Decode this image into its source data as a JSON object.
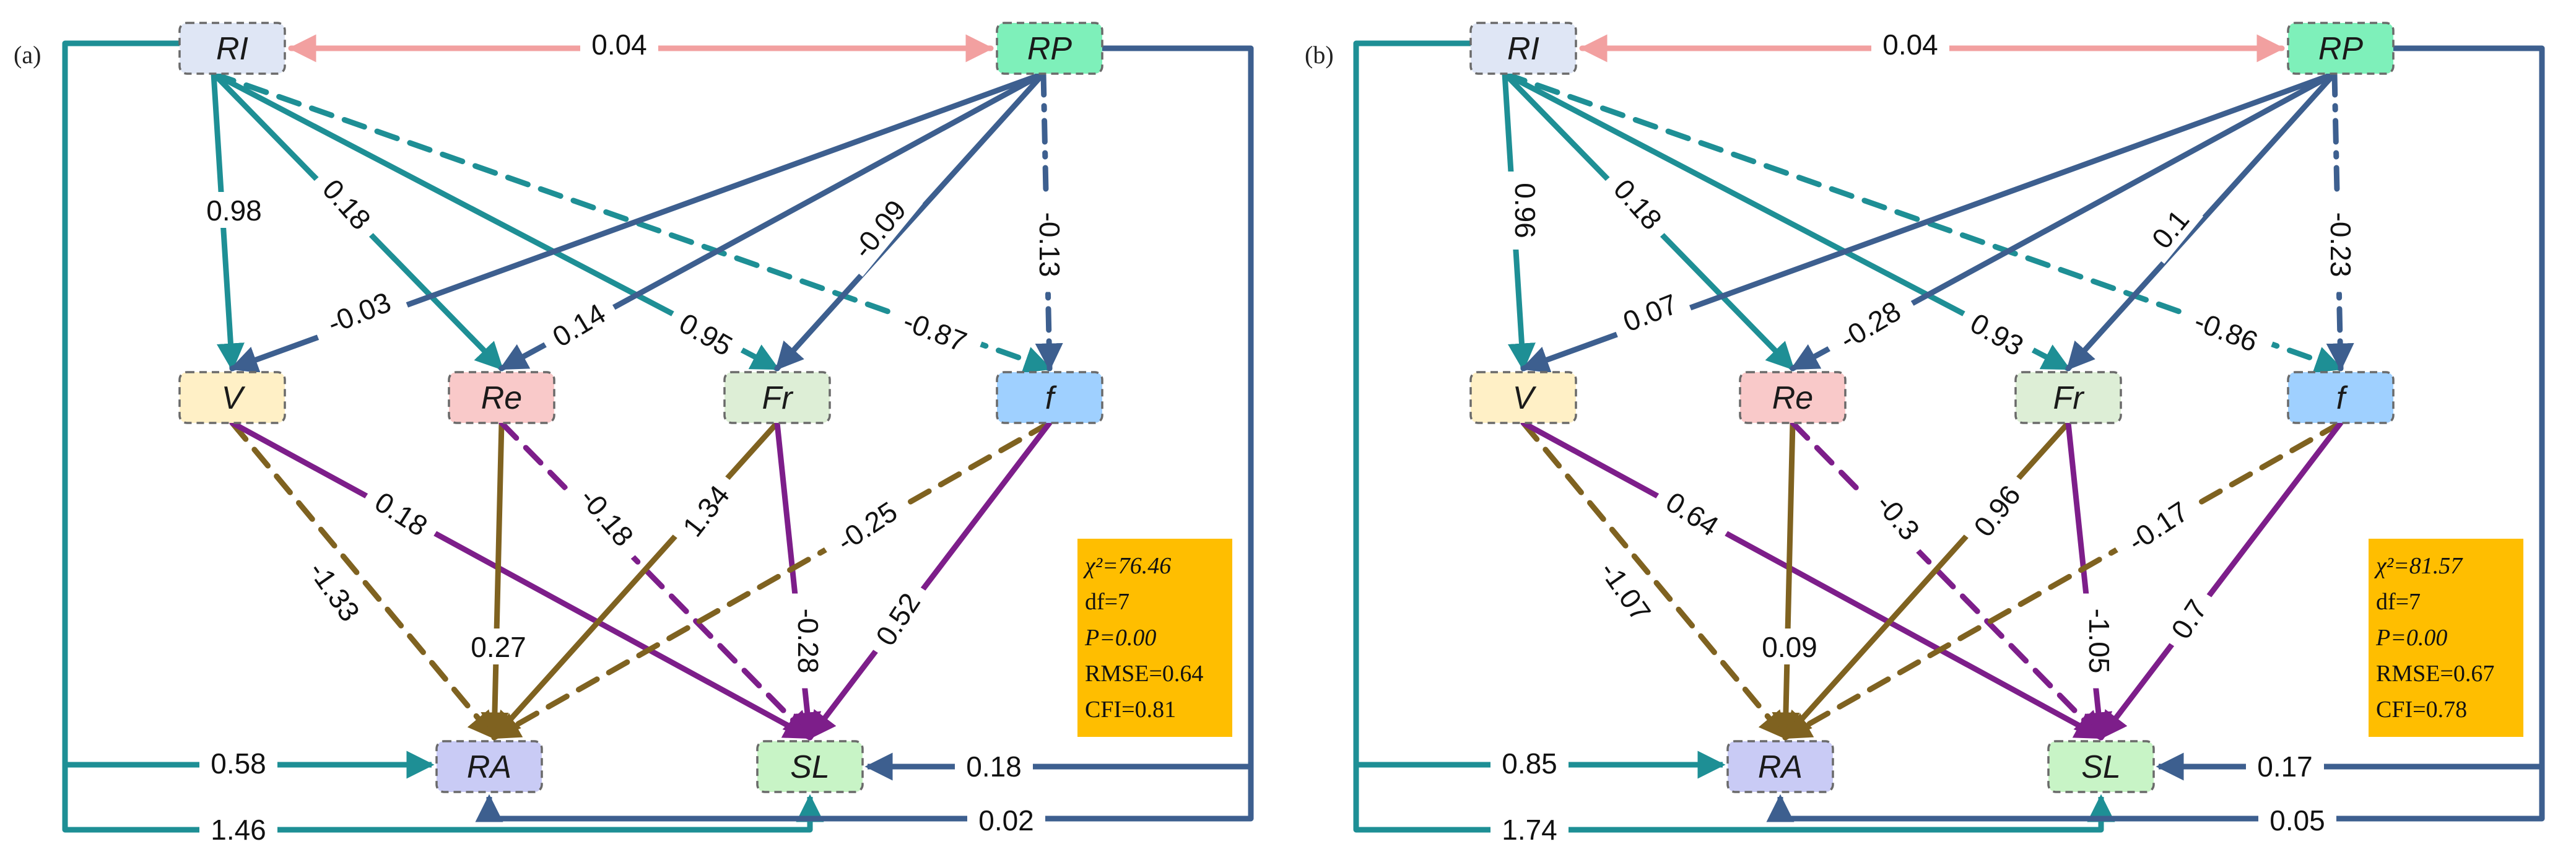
{
  "colors": {
    "teal": "#1e8f95",
    "slate_blue": "#3d5f8f",
    "pink": "#f2a0a0",
    "olive": "#7f6220",
    "purple": "#7d1e8a",
    "stats_box": "#ffbe00"
  },
  "panels": [
    {
      "label": "(a)",
      "nodes": {
        "RI": "RI",
        "RP": "RP",
        "V": "V",
        "Re": "Re",
        "Fr": "Fr",
        "f": "f",
        "RA": "RA",
        "SL": "SL"
      },
      "coefficients": {
        "RI_RP": "0.04",
        "RI_V": "0.98",
        "RI_Re": "0.18",
        "RI_Fr": "0.95",
        "RI_f": "-0.87",
        "RP_V": "-0.03",
        "RP_Re": "0.14",
        "RP_Fr": "-0.09",
        "RP_f": "-0.13",
        "V_RA": "-1.33",
        "V_SL": "0.18",
        "Re_RA": "0.27",
        "Re_SL": "-0.18",
        "Fr_RA": "1.34",
        "Fr_SL": "-0.28",
        "f_RA": "-0.25",
        "f_SL": "0.52",
        "RI_RA": "0.58",
        "RI_SL": "1.46",
        "RP_SL": "0.18",
        "RP_RA": "0.02"
      },
      "stats": {
        "chi2": "χ²=76.46",
        "df": "df=7",
        "p": "P=0.00",
        "rmse": "RMSE=0.64",
        "cfi": "CFI=0.81"
      }
    },
    {
      "label": "(b)",
      "nodes": {
        "RI": "RI",
        "RP": "RP",
        "V": "V",
        "Re": "Re",
        "Fr": "Fr",
        "f": "f",
        "RA": "RA",
        "SL": "SL"
      },
      "coefficients": {
        "RI_RP": "0.04",
        "RI_V": "0.96",
        "RI_Re": "0.18",
        "RI_Fr": "0.93",
        "RI_f": "-0.86",
        "RP_V": "0.07",
        "RP_Re": "-0.28",
        "RP_Fr": "0.1",
        "RP_f": "-0.23",
        "V_RA": "-1.07",
        "V_SL": "0.64",
        "Re_RA": "0.09",
        "Re_SL": "-0.3",
        "Fr_RA": "0.96",
        "Fr_SL": "-1.05",
        "f_RA": "-0.17",
        "f_SL": "0.7",
        "RI_RA": "0.85",
        "RI_SL": "1.74",
        "RP_SL": "0.17",
        "RP_RA": "0.05"
      },
      "stats": {
        "chi2": "χ²=81.57",
        "df": "df=7",
        "p": "P=0.00",
        "rmse": "RMSE=0.67",
        "cfi": "CFI=0.78"
      }
    }
  ]
}
